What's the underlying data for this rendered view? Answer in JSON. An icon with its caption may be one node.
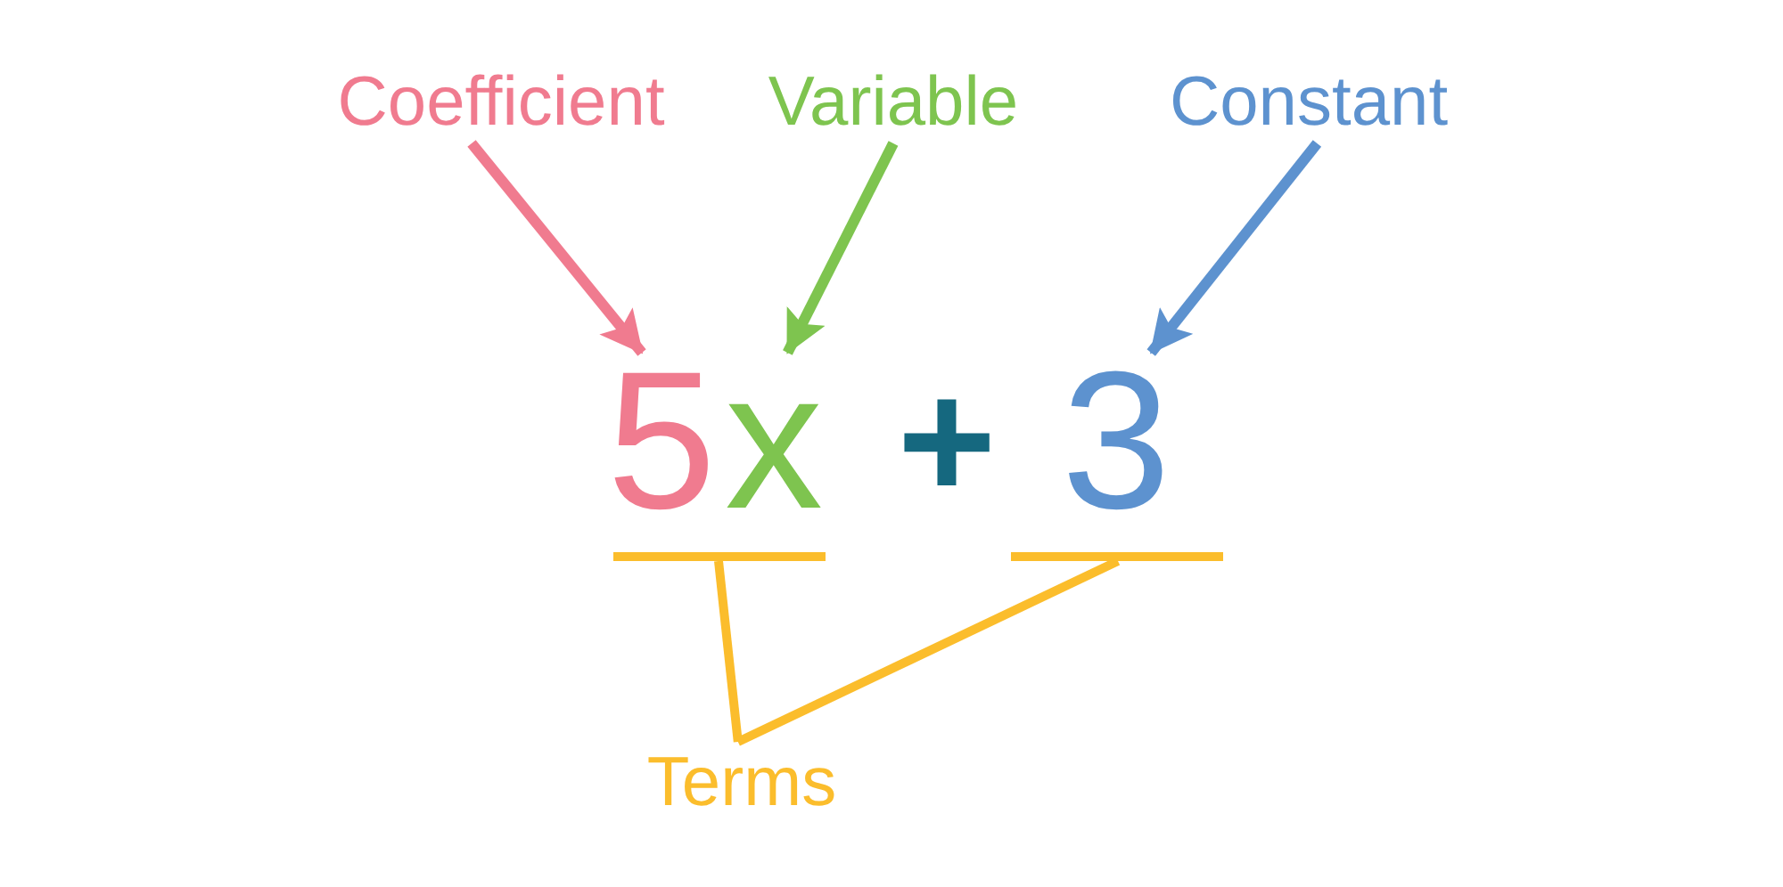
{
  "diagram": {
    "nodes": [
      {
        "text": [
          "Coefficient"
        ]
      },
      {
        "text": [
          "Variable"
        ]
      },
      {
        "text": [
          "Constant"
        ]
      },
      {
        "text": [
          "5"
        ]
      },
      {
        "text": [
          "x"
        ]
      },
      {
        "text": [
          "3"
        ]
      },
      {
        "text": [],
        "shape": "bar"
      },
      {
        "text": [],
        "shape": "bar"
      },
      {
        "text": [
          "Terms"
        ]
      }
    ],
    "edges": [
      {
        "from": 0,
        "to": 3,
        "arrow": "to",
        "color": "#f07b8f"
      },
      {
        "from": 1,
        "to": 4,
        "arrow": "to",
        "color": "#7ec44f"
      },
      {
        "from": 2,
        "to": 5,
        "arrow": "to",
        "color": "#5d92cf"
      },
      {
        "from": 8,
        "to": 6,
        "arrow": "none",
        "color": "#fbbd2c"
      },
      {
        "from": 8,
        "to": 7,
        "arrow": "none",
        "color": "#fbbd2c"
      }
    ],
    "labels": [
      "+"
    ]
  }
}
